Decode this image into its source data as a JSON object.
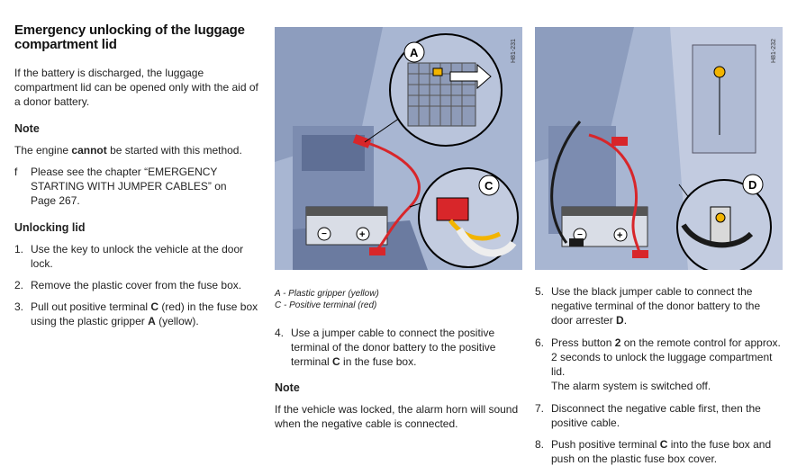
{
  "title": "Emergency unlocking of the luggage compartment lid",
  "intro": "If the battery is discharged, the luggage compartment lid can be opened only with the aid of a donor battery.",
  "note1": {
    "heading": "Note",
    "text_before": "The engine ",
    "text_bold": "cannot",
    "text_after": " be started with this method.",
    "bullet_marker": "f",
    "bullet_text": "Please see the chapter “EMERGENCY STARTING WITH JUMPER CABLES” on Page 267."
  },
  "unlocking": {
    "heading": "Unlocking lid",
    "steps": [
      {
        "num": "1.",
        "text": "Use the key to unlock the vehicle at the door lock."
      },
      {
        "num": "2.",
        "text": "Remove the plastic cover from the fuse box."
      },
      {
        "num": "3.",
        "pre": "Pull out positive terminal ",
        "b1": "C",
        "mid": " (red) in the fuse box using the plastic gripper ",
        "b2": "A",
        "post": " (yellow)."
      }
    ]
  },
  "figure1": {
    "code": "H81-231",
    "label_a": "A",
    "label_c": "C",
    "caption_a": "A - Plastic gripper (yellow)",
    "caption_c": "C - Positive terminal (red)"
  },
  "figure2": {
    "code": "H81-232",
    "label_d": "D"
  },
  "step4": {
    "num": "4.",
    "pre": "Use a jumper cable to connect the positive terminal of the donor battery to the positive terminal ",
    "b1": "C",
    "post": " in the fuse box."
  },
  "note2": {
    "heading": "Note",
    "text": "If the vehicle was locked, the alarm horn will sound when the negative cable is connected."
  },
  "right_steps": {
    "step5": {
      "num": "5.",
      "pre": "Use the black jumper cable to connect the negative terminal of the donor battery to the door arrester ",
      "b1": "D",
      "post": "."
    },
    "step6": {
      "num": "6.",
      "pre": "Press button ",
      "b1": "2",
      "mid": " on the remote control for approx. 2 seconds to unlock the luggage compartment lid.",
      "line2": "The alarm system is switched off."
    },
    "step7": {
      "num": "7.",
      "text": "Disconnect the negative cable first, then the positive cable."
    },
    "step8": {
      "num": "8.",
      "pre": "Push positive terminal ",
      "b1": "C",
      "post": " into the fuse box and push on the plastic fuse box cover."
    }
  },
  "colors": {
    "figure_bg": "#9aaac8",
    "cable_red": "#d8262a",
    "cable_black": "#1a1a1a",
    "gripper_yellow": "#f2b400"
  }
}
